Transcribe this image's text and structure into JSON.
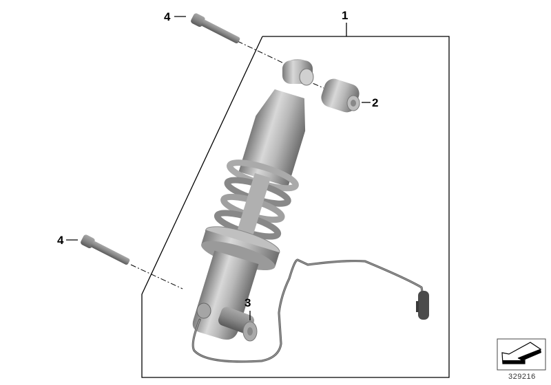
{
  "diagram": {
    "type": "exploded-parts-diagram",
    "subject": "rear shock absorber assembly with sensor cable",
    "callouts": [
      {
        "id": "1",
        "label": "1"
      },
      {
        "id": "2",
        "label": "2"
      },
      {
        "id": "3",
        "label": "3"
      },
      {
        "id": "4a",
        "label": "4"
      },
      {
        "id": "4b",
        "label": "4"
      }
    ],
    "image_number": "329216",
    "colors": {
      "line": "#000000",
      "part_light": "#c8c8c8",
      "part_mid": "#9a9a9a",
      "part_dark": "#5e5e5e"
    }
  }
}
